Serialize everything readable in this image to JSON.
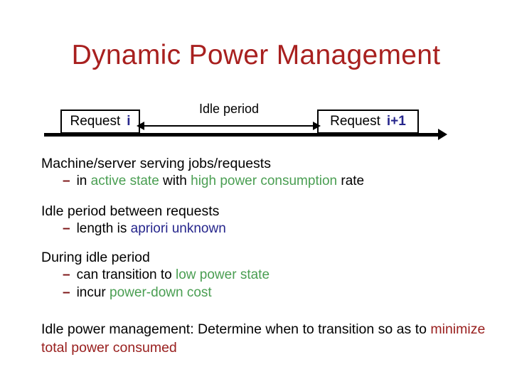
{
  "slide": {
    "title": "Dynamic Power Management",
    "title_color": "#a8201f",
    "background_color": "#ffffff"
  },
  "diagram": {
    "name": "idle-period-timeline",
    "request_box_1": {
      "label": "Request",
      "index": "i"
    },
    "request_box_2": {
      "label": "Request",
      "index": "i+1"
    },
    "idle_arrow_label": "Idle period",
    "index_color": "#26268c",
    "line_color": "#000000"
  },
  "content": {
    "groups": [
      {
        "heading": "Machine/server serving jobs/requests",
        "bullets": [
          {
            "dash": "–",
            "parts": [
              {
                "text": "in ",
                "color": "black"
              },
              {
                "text": "active state",
                "color": "green"
              },
              {
                "text": " with ",
                "color": "black"
              },
              {
                "text": "high power consumption",
                "color": "green"
              },
              {
                "text": " rate",
                "color": "black"
              }
            ]
          }
        ]
      },
      {
        "heading": "Idle period between requests",
        "bullets": [
          {
            "dash": "–",
            "parts": [
              {
                "text": "length is ",
                "color": "black"
              },
              {
                "text": "apriori unknown",
                "color": "blue"
              }
            ]
          }
        ]
      },
      {
        "heading": "During idle period",
        "bullets": [
          {
            "dash": "–",
            "parts": [
              {
                "text": "can transition to ",
                "color": "black"
              },
              {
                "text": "low power state",
                "color": "green"
              }
            ]
          },
          {
            "dash": "–",
            "parts": [
              {
                "text": "incur ",
                "color": "black"
              },
              {
                "text": "power-down cost",
                "color": "green"
              }
            ]
          }
        ]
      }
    ],
    "summary": {
      "lead": "Idle power management: Determine when to transition so as to ",
      "emphasis": "minimize total power consumed"
    }
  },
  "colors": {
    "title_red": "#a8201f",
    "emphasis_red": "#99201f",
    "green": "#4a9e52",
    "blue": "#26268c",
    "dash_red": "#7b1113",
    "text_black": "#000000"
  }
}
